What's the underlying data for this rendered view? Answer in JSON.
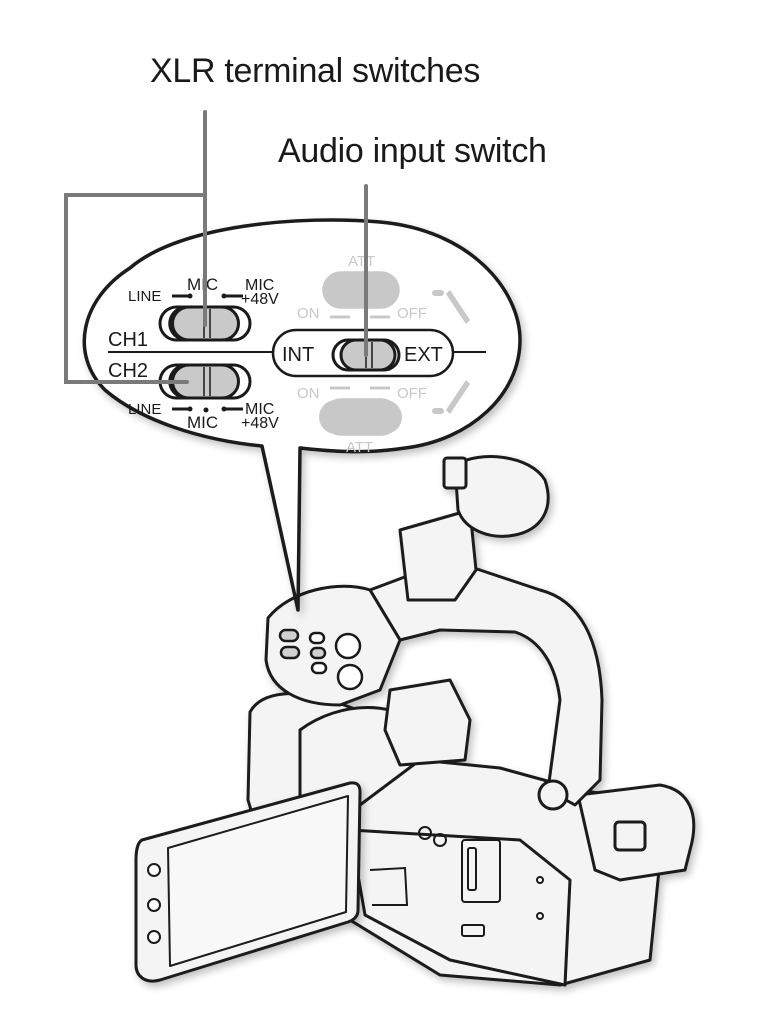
{
  "callouts": {
    "xlr_terminal_switches": "XLR terminal switches",
    "audio_input_switch": "Audio input switch"
  },
  "xlr_panel": {
    "ch1": {
      "channel_label": "CH1",
      "left_label": "LINE",
      "center_label": "MIC",
      "right_label_line1": "MIC",
      "right_label_line2": "+48V",
      "position": "MIC"
    },
    "ch2": {
      "channel_label": "CH2",
      "left_label": "LINE",
      "center_label": "MIC",
      "right_label_line1": "MIC",
      "right_label_line2": "+48V",
      "position": "MIC"
    }
  },
  "audio_input": {
    "left_label": "INT",
    "right_label": "EXT",
    "position": "center"
  },
  "att_switches": {
    "top": {
      "label": "ATT",
      "on_label": "ON",
      "off_label": "OFF"
    },
    "bottom": {
      "label": "ATT",
      "on_label": "ON",
      "off_label": "OFF"
    }
  },
  "colors": {
    "line": "#1a1a1a",
    "leader": "#7a7a7a",
    "switch_fill": "#c9c9c9",
    "faded": "#c8c8c8",
    "body_fill": "#f4f4f4"
  }
}
